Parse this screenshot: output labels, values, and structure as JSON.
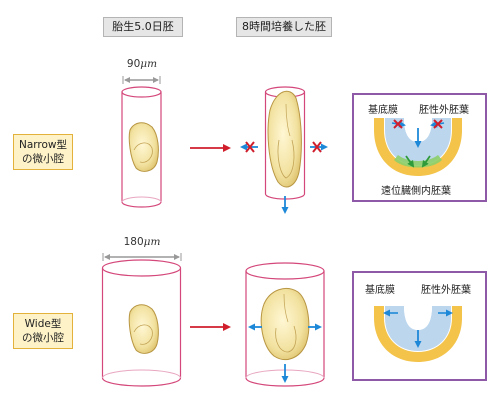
{
  "headers": {
    "col1": "胎生5.0日胚",
    "col2": "8時間培養した胚"
  },
  "rows": {
    "narrow": {
      "tag_line1": "Narrow型",
      "tag_line2": "の微小腔",
      "width_num": "90",
      "width_unit": "μm",
      "inset_left_label": "基底膜",
      "inset_right_label": "胚性外胚葉",
      "inset_bottom_label": "遠位臓側内胚葉"
    },
    "wide": {
      "tag_line1": "Wide型",
      "tag_line2": "の微小腔",
      "width_num": "180",
      "width_unit": "μm",
      "inset_left_label": "基底膜",
      "inset_right_label": "胚性外胚葉"
    }
  },
  "colors": {
    "cylinder": "#d4477a",
    "transition_arrow": "#d01e2d",
    "growth_arrow": "#1e88d8",
    "blocked_mark": "#d01e2d",
    "inset_frame": "#8e5aa8",
    "basement_membrane": "#f3c34a",
    "ectoderm": "#bcd6ee",
    "distal_endoderm": "#8ccf6a",
    "embryo_fill": "#f2e4a8"
  }
}
